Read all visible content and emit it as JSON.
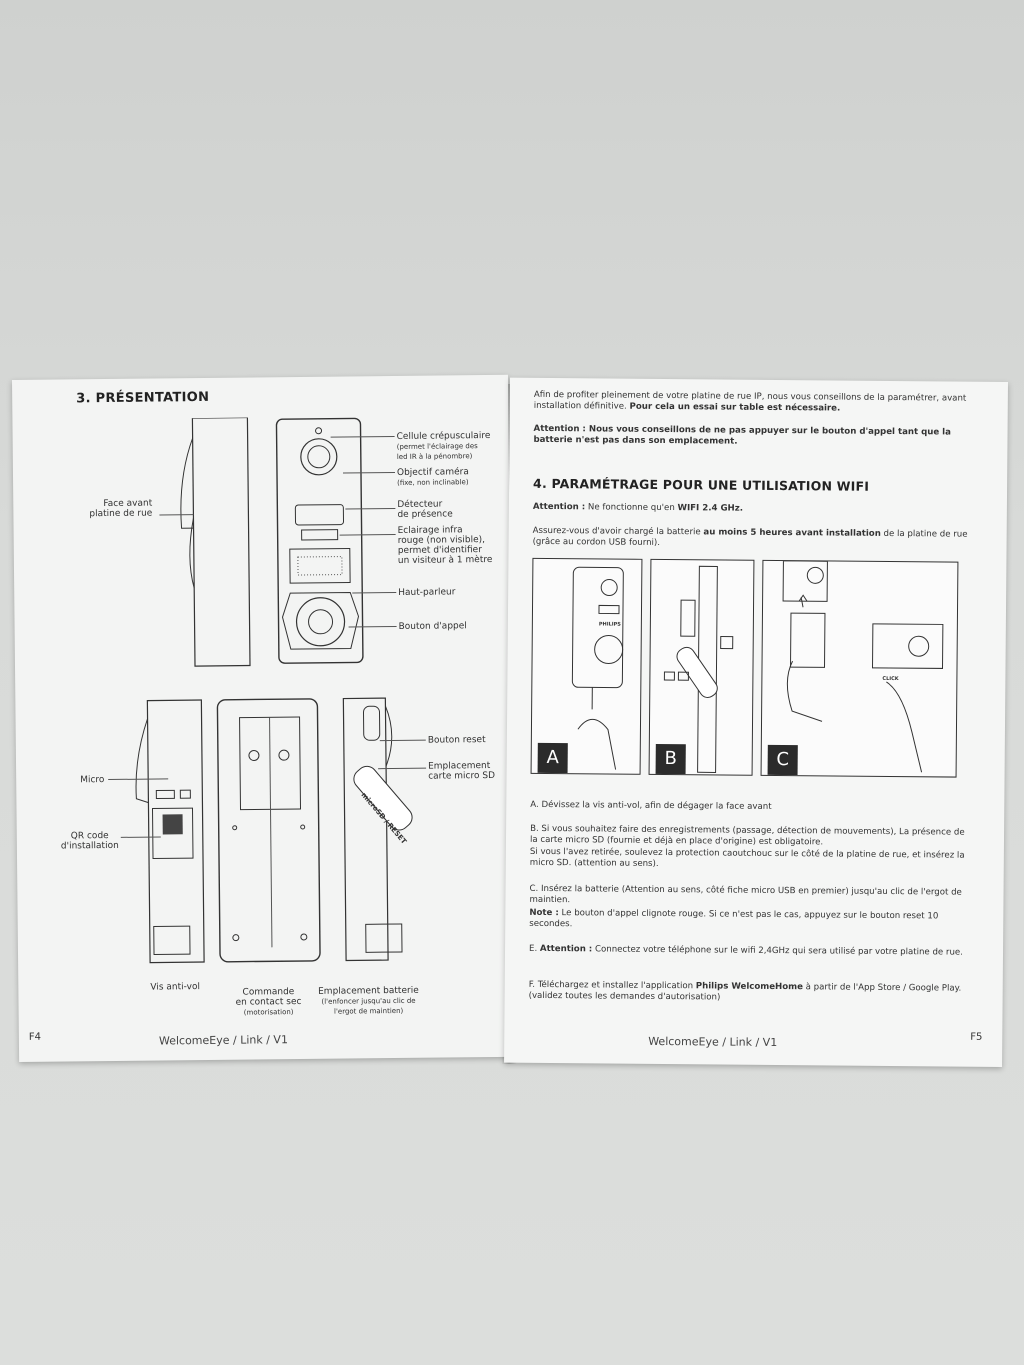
{
  "left_page": {
    "title": "3. PRÉSENTATION",
    "labels": {
      "face_avant": [
        "Face avant",
        "platine de rue"
      ],
      "cellule": [
        "Cellule crépusculaire",
        "(permet l'éclairage des",
        "led IR à la pénombre)"
      ],
      "objectif": [
        "Objectif caméra",
        "(fixe, non inclinable)"
      ],
      "detecteur": [
        "Détecteur",
        "de présence"
      ],
      "eclairage": [
        "Eclairage infra",
        "rouge (non visible),",
        "permet d'identifier",
        "un visiteur à 1 mètre"
      ],
      "haut_parleur": "Haut-parleur",
      "bouton_appel": "Bouton d'appel",
      "micro": "Micro",
      "qr": [
        "QR code",
        "d'installation"
      ],
      "bouton_reset": "Bouton reset",
      "emplacement_sd": [
        "Emplacement",
        "carte micro SD"
      ],
      "sd_slot_text": "microSD / RESET",
      "vis": "Vis anti-vol",
      "commande": [
        "Commande",
        "en contact sec",
        "(motorisation)"
      ],
      "batterie": [
        "Emplacement batterie",
        "(l'enfoncer jusqu'au clic de",
        "l'ergot de maintien)"
      ]
    },
    "page_number": "F4",
    "footer": "WelcomeEye / Link / V1"
  },
  "right_page": {
    "intro": "Afin de profiter pleinement de votre platine de rue IP, nous vous conseillons de la paramétrer, avant installation définitive.",
    "intro_bold": "Pour cela un essai sur table est nécessaire.",
    "attention_label": "Attention :",
    "attention_text": "Nous vous conseillons de ne pas appuyer sur le bouton d'appel tant que la batterie n'est pas dans son emplacement.",
    "section_title": "4. PARAMÉTRAGE POUR UNE UTILISATION WIFI",
    "wifi_label": "Attention :",
    "wifi_text": "Ne fonctionne qu'en",
    "wifi_bold": "WIFI 2.4 GHz.",
    "battery_text_a": "Assurez-vous d'avoir chargé la batterie",
    "battery_bold": "au moins 5 heures avant installation",
    "battery_text_b": "de la platine de rue (grâce au cordon USB fourni).",
    "panels": [
      "A",
      "B",
      "C"
    ],
    "philips_label": "PHILIPS",
    "click_label": "CLICK",
    "step_a": "A. Dévissez la vis anti-vol, afin de dégager la face avant",
    "step_b": "B. Si vous souhaitez faire des enregistrements (passage, détection de mouvements), La présence de la carte micro SD (fournie et déjà en place d'origine) est obligatoire.",
    "step_b2": "Si vous l'avez retirée, soulevez la protection caoutchouc sur le côté de la platine de rue, et insérez la micro SD. (attention au sens).",
    "step_c": "C. Insérez la batterie (Attention au sens, côté fiche micro USB en premier) jusqu'au clic de l'ergot de maintien.",
    "note_label": "Note :",
    "note_text": "Le bouton d'appel clignote rouge. Si ce n'est pas le cas, appuyez sur le bouton reset 10 secondes.",
    "step_e_prefix": "E.",
    "step_e_label": "Attention :",
    "step_e_text": "Connectez votre téléphone sur le wifi 2,4GHz qui sera utilisé par votre platine de rue.",
    "step_f_a": "F. Téléchargez et installez l'application",
    "step_f_bold": "Philips WelcomeHome",
    "step_f_b": "à partir de l'App Store / Google Play. (validez toutes les demandes d'autorisation)",
    "page_number": "F5",
    "footer": "WelcomeEye / Link / V1"
  }
}
